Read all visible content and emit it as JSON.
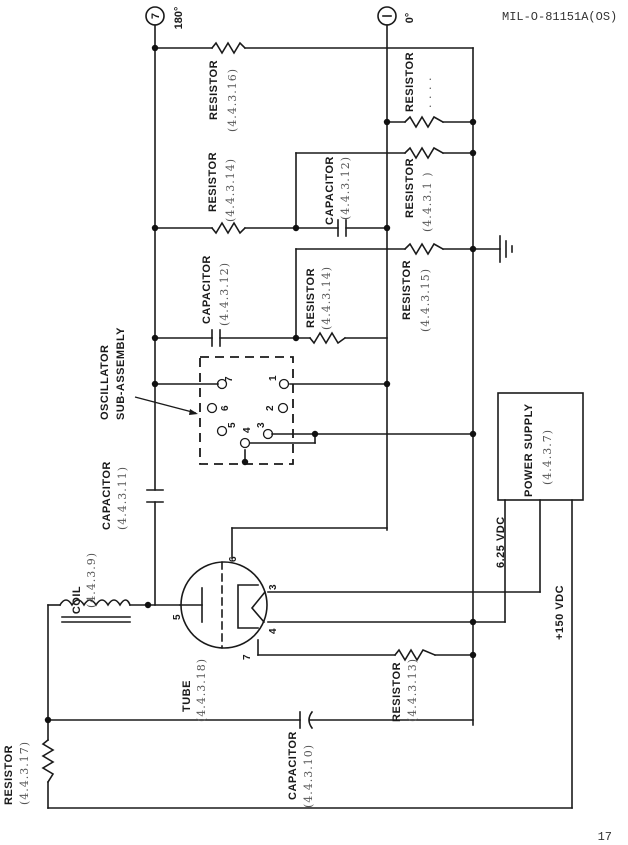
{
  "document_id": "MIL-O-81151A(OS)",
  "page_number": "17",
  "terminals": [
    {
      "number": "7",
      "phase": "180°"
    },
    {
      "number": "1",
      "phase": "0°"
    }
  ],
  "components": {
    "resistor_16": {
      "label": "RESISTOR",
      "ref": "(4.4.3.16)"
    },
    "resistor_14_top": {
      "label": "RESISTOR",
      "ref": "(4.4.3.14)"
    },
    "resistor_top_right": {
      "label": "RESISTOR",
      "ref": ". . . ."
    },
    "resistor_mid_right": {
      "label": "RESISTOR",
      "ref": "(4.4.3.1 )"
    },
    "capacitor_12_top": {
      "label": "CAPACITOR",
      "ref": "(4.4.3.12)"
    },
    "capacitor_12": {
      "label": "CAPACITOR",
      "ref": "(4.4.3.12)"
    },
    "resistor_14": {
      "label": "RESISTOR",
      "ref": "(4.4.3.14)"
    },
    "resistor_15": {
      "label": "RESISTOR",
      "ref": "(4.4.3.15)"
    },
    "oscillator": {
      "label_line1": "OSCILLATOR",
      "label_line2": "SUB-ASSEMBLY",
      "pins": [
        "1",
        "2",
        "3",
        "4",
        "5",
        "6",
        "7"
      ]
    },
    "capacitor_11": {
      "label": "CAPACITOR",
      "ref": "(4.4.3.11)"
    },
    "power_supply": {
      "label": "POWER SUPPLY",
      "ref": "(4.4.3.7)"
    },
    "coil": {
      "label": "COIL",
      "ref": "(4.4.3.9)"
    },
    "tube": {
      "label": "TUBE",
      "ref": "(4.4.3.18)",
      "pins": [
        "3",
        "4",
        "5",
        "6",
        "7"
      ]
    },
    "resistor_13": {
      "label": "RESISTOR",
      "ref": "(4.4.3.13)"
    },
    "resistor_17": {
      "label": "RESISTOR",
      "ref": "(4.4.3.17)"
    },
    "capacitor_10": {
      "label": "CAPACITOR",
      "ref": "(4.4.3.10)"
    }
  },
  "supply_lines": {
    "filament": "6.25 VDC",
    "plate": "+150 VDC"
  }
}
